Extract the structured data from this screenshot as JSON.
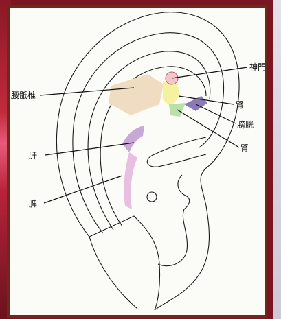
{
  "labels": {
    "shenmen": "神門",
    "lumbar": "腰骶椎",
    "kidney_top": "腎",
    "bladder": "膀胱",
    "kidney": "腎",
    "liver": "肝",
    "spleen": "脾"
  },
  "colors": {
    "frame": "#6b2a1a",
    "lumbar_area": "#f0dcc0",
    "shenmen_area": "#f4c6cc",
    "yellow_area": "#f4f2a0",
    "bladder_area": "#8a7ab8",
    "kidney_area": "#b8e0a8",
    "liver_area": "#c9a8d8",
    "spleen_area": "#e8bfe0"
  }
}
